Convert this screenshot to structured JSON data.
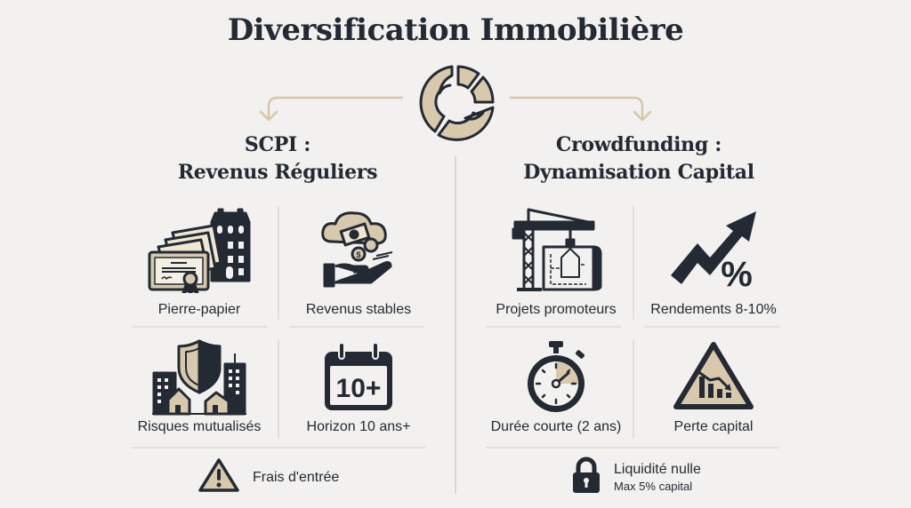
{
  "title": "Diversification Immobilière",
  "colors": {
    "background": "#f2f1ef",
    "ink": "#232a33",
    "accent_beige": "#d8c9ad",
    "connector": "#d6c7aa",
    "divider": "#e0d9cc"
  },
  "hub": {
    "icon": "segmented-donut-icon"
  },
  "left": {
    "heading_line1": "SCPI :",
    "heading_line2": "Revenus Réguliers",
    "items": [
      {
        "label": "Pierre-papier",
        "icon": "certificates-building-icon"
      },
      {
        "label": "Revenus stables",
        "icon": "hand-money-cloud-icon"
      },
      {
        "label": "Risques mutualisés",
        "icon": "shield-buildings-icon"
      },
      {
        "label": "Horizon 10 ans+",
        "icon": "calendar-10-plus-icon",
        "icon_text": "10+"
      }
    ],
    "footer": {
      "label": "Frais d'entrée",
      "icon": "warning-triangle-icon"
    }
  },
  "right": {
    "heading_line1": "Crowdfunding :",
    "heading_line2": "Dynamisation Capital",
    "items": [
      {
        "label": "Projets promoteurs",
        "icon": "crane-blueprint-icon"
      },
      {
        "label": "Rendements 8-10%",
        "icon": "trend-up-percent-icon",
        "icon_text": "%"
      },
      {
        "label": "Durée courte (2 ans)",
        "icon": "stopwatch-icon"
      },
      {
        "label": "Perte capital",
        "icon": "warning-chart-down-icon"
      }
    ],
    "footer": {
      "label": "Liquidité nulle",
      "sublabel": "Max 5% capital",
      "icon": "padlock-icon"
    }
  }
}
